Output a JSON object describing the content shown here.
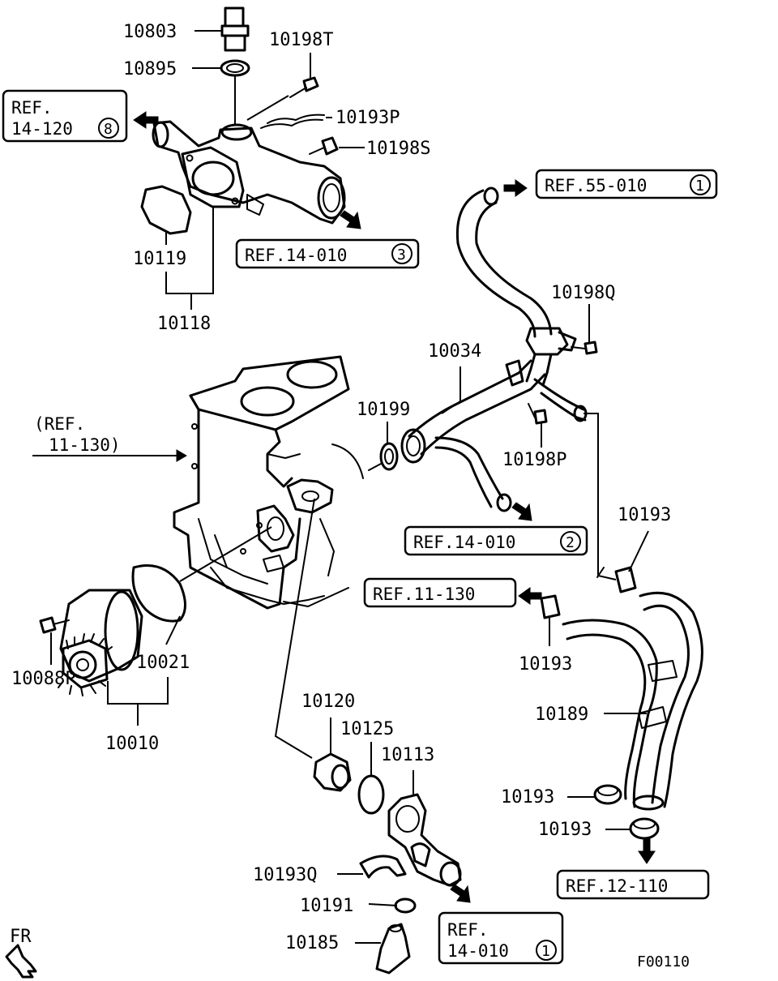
{
  "labels": {
    "p10803": "10803",
    "p10895": "10895",
    "p10198T": "10198T",
    "p10193P": "10193P",
    "p10198S": "10198S",
    "p10119": "10119",
    "p10118": "10118",
    "p10034": "10034",
    "p10198Q": "10198Q",
    "p10199": "10199",
    "p10198P": "10198P",
    "p10193_a": "10193",
    "p10193_b": "10193",
    "p10193_c": "10193",
    "p10193_d": "10193",
    "p10021": "10021",
    "p10088P": "10088P",
    "p10010": "10010",
    "p10120": "10120",
    "p10125": "10125",
    "p10113": "10113",
    "p10189": "10189",
    "p10193Q": "10193Q",
    "p10191": "10191",
    "p10185": "10185"
  },
  "refs": {
    "ref_14_120_l1": "REF.",
    "ref_14_120_l2": "14-120",
    "ref_14_120_n": "8",
    "ref_55_010": "REF.55-010",
    "ref_55_010_n": "1",
    "ref_14_010_a": "REF.14-010",
    "ref_14_010_a_n": "3",
    "ref_11_130_l1": "(REF.",
    "ref_11_130_l2": "11-130)",
    "ref_14_010_b": "REF.14-010",
    "ref_14_010_b_n": "2",
    "ref_11_130_box": "REF.11-130",
    "ref_12_110": "REF.12-110",
    "ref_14_010_c_l1": "REF.",
    "ref_14_010_c_l2": "14-010",
    "ref_14_010_c_n": "1"
  },
  "footer": {
    "fr": "FR",
    "code": "F00110"
  }
}
